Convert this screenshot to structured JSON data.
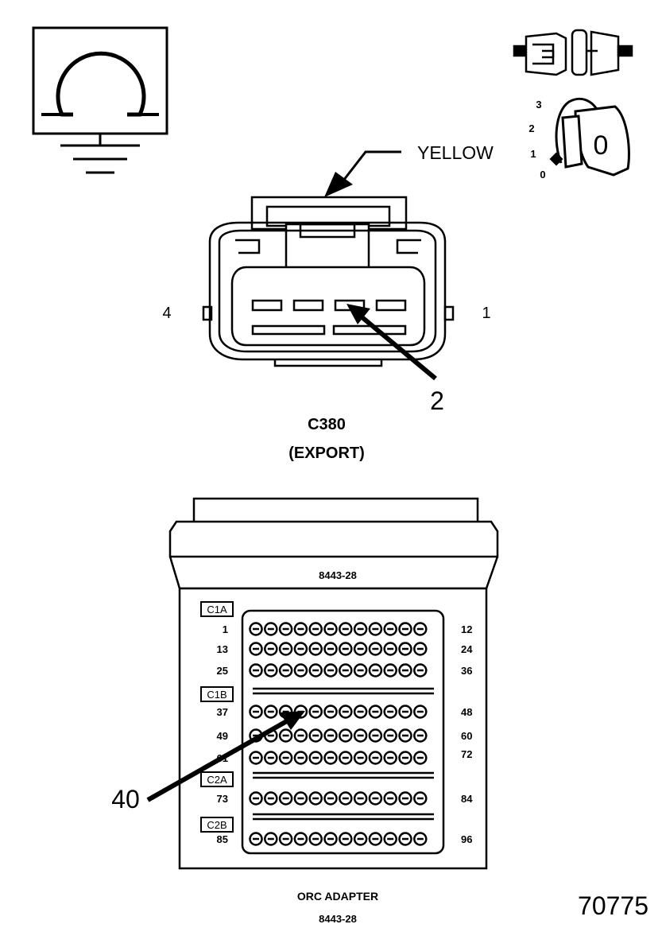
{
  "connector": {
    "wire_color": "YELLOW",
    "pin_left": "4",
    "pin_right": "1",
    "callout_pin": "2",
    "name": "C380",
    "variant": "(EXPORT)"
  },
  "key_switch": {
    "positions": [
      "3",
      "2",
      "1",
      "0"
    ],
    "key_label": "0"
  },
  "adapter": {
    "part_number_top": "8443-28",
    "caption": "ORC ADAPTER",
    "part_number_bottom": "8443-28",
    "callout_pin": "40",
    "groups": [
      {
        "label": "C1A",
        "rows": [
          {
            "start": "1",
            "end": "12"
          },
          {
            "start": "13",
            "end": "24"
          },
          {
            "start": "25",
            "end": "36"
          }
        ]
      },
      {
        "label": "C1B",
        "rows": [
          {
            "start": "37",
            "end": "48"
          },
          {
            "start": "49",
            "end": "60"
          },
          {
            "start": "61",
            "end": "72"
          }
        ]
      },
      {
        "label": "C2A",
        "rows": [
          {
            "start": "73",
            "end": "84"
          }
        ]
      },
      {
        "label": "C2B",
        "rows": [
          {
            "start": "85",
            "end": "96"
          }
        ]
      }
    ]
  },
  "figure_number": "70775",
  "icons": {
    "meter": "ohmmeter-icon",
    "connector_pair": "disconnected-connector-icon",
    "key": "ignition-key-icon"
  }
}
